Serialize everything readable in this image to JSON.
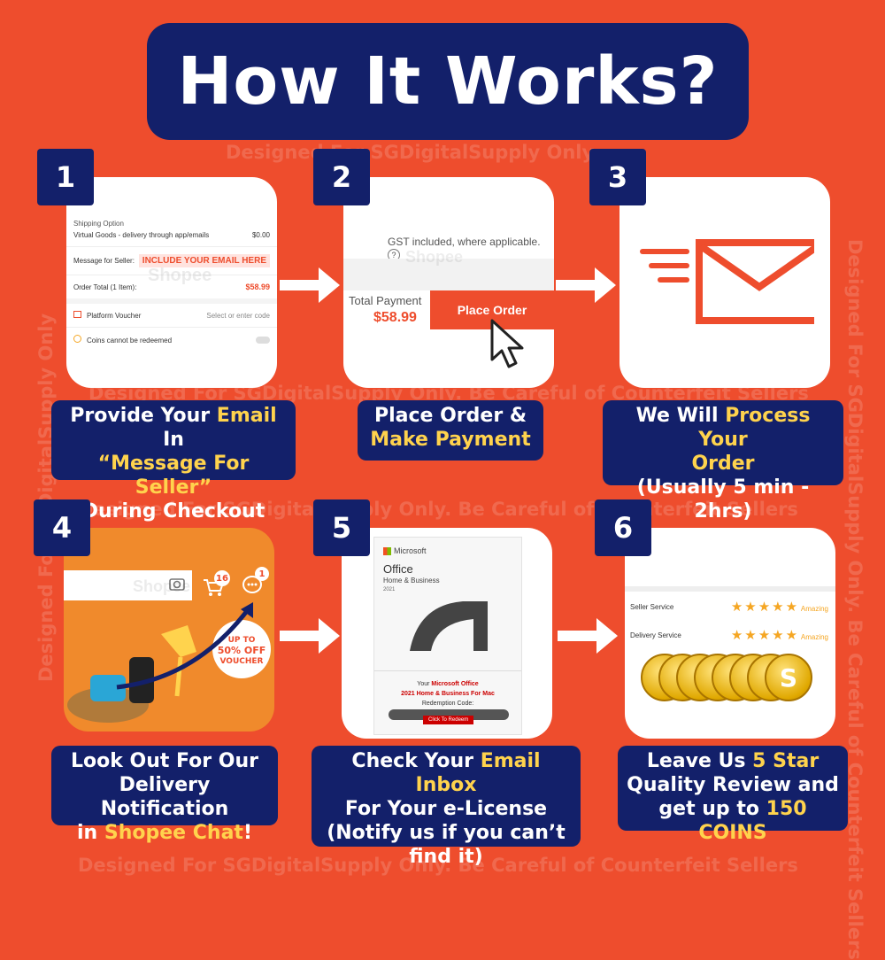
{
  "title": "How It Works?",
  "watermarks": {
    "short": "Designed For SGDigitalSupply Only",
    "long": "Designed For SGDigitalSupply Only. Be Careful of Counterfeit Sellers",
    "shopee": "Shopee",
    "brand": "SGDigitalSupply"
  },
  "steps": [
    {
      "number": "1",
      "caption": [
        "Provide Your ",
        "Email",
        " In",
        "“Message For Seller”",
        "During Checkout"
      ],
      "screen": {
        "shipping_label": "Shipping Option",
        "shipping_value": "Virtual Goods - delivery through app/emails",
        "shipping_price": "$0.00",
        "message_label": "Message for Seller:",
        "message_value": "INCLUDE YOUR EMAIL HERE",
        "total_label": "Order Total (1 Item):",
        "total_value": "$58.99",
        "voucher_label": "Platform Voucher",
        "voucher_value": "Select or enter code",
        "coins_label": "Coins cannot be redeemed"
      }
    },
    {
      "number": "2",
      "caption": [
        "Place Order &",
        "Make Payment"
      ],
      "screen": {
        "gst": "GST included, where applicable.",
        "total_label": "Total Payment",
        "total_value": "$58.99",
        "button": "Place Order"
      }
    },
    {
      "number": "3",
      "caption": [
        "We Will ",
        "Process Your",
        "Order",
        "(Usually 5 min - 2hrs)"
      ]
    },
    {
      "number": "4",
      "caption": [
        "Look Out For Our",
        "Delivery Notification",
        "in ",
        "Shopee Chat",
        "!"
      ],
      "screen": {
        "cart_badge": "16",
        "chat_badge": "1",
        "voucher_line1": "UP TO",
        "voucher_line2": "50% OFF",
        "voucher_line3": "VOUCHER"
      }
    },
    {
      "number": "5",
      "caption": [
        "Check Your ",
        "Email Inbox",
        "For Your e-License",
        "(Notify us if you can’t",
        "find it)"
      ],
      "screen": {
        "ms": "Microsoft",
        "office": "Office",
        "edition": "Home & Business",
        "year": "2021",
        "your": "Your ",
        "product1": "Microsoft Office",
        "product2": "2021 Home & Business For Mac",
        "redemption": "Redemption Code:",
        "redeem_btn": "Click To Redeem"
      }
    },
    {
      "number": "6",
      "caption": [
        "Leave Us ",
        "5 Star",
        "Quality Review and",
        "get up to ",
        "150 COINS"
      ],
      "screen": {
        "seller": "Seller Service",
        "delivery": "Delivery Service",
        "rating": "Amazing",
        "coin_glyph": "S"
      }
    }
  ],
  "colors": {
    "orange": "#ee4d2d",
    "navy": "#13206a",
    "yellow": "#ffd34d"
  }
}
